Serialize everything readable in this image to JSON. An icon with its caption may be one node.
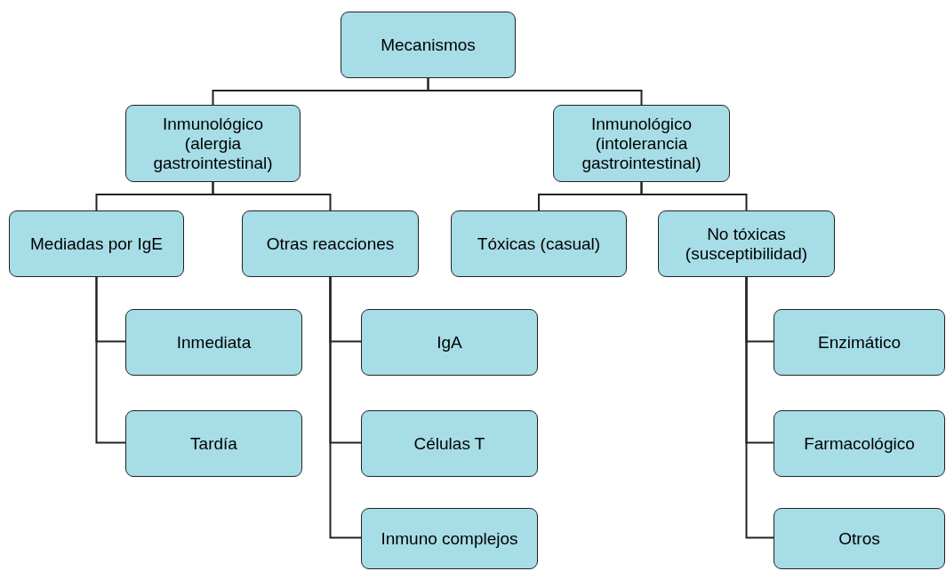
{
  "diagram": {
    "nodes": [
      {
        "text": [
          "Mecanismos"
        ]
      },
      {
        "text": [
          "Inmunológico (alergia gastrointestinal)"
        ]
      },
      {
        "text": [
          "Inmunológico (intolerancia gastrointestinal)"
        ]
      },
      {
        "text": [
          "Mediadas por IgE"
        ]
      },
      {
        "text": [
          "Otras reacciones"
        ]
      },
      {
        "text": [
          "Tóxicas (casual)"
        ]
      },
      {
        "text": [
          "No tóxicas (susceptibilidad)"
        ]
      },
      {
        "text": [
          "Inmediata"
        ]
      },
      {
        "text": [
          "Tardía"
        ]
      },
      {
        "text": [
          "IgA"
        ]
      },
      {
        "text": [
          "Células T"
        ]
      },
      {
        "text": [
          "Inmuno complejos"
        ]
      },
      {
        "text": [
          "Enzimático"
        ]
      },
      {
        "text": [
          "Farmacológico"
        ]
      },
      {
        "text": [
          "Otros"
        ]
      }
    ],
    "edges": [
      {
        "from": 0,
        "to": 1,
        "arrow": "none"
      },
      {
        "from": 0,
        "to": 2,
        "arrow": "none"
      },
      {
        "from": 1,
        "to": 3,
        "arrow": "none"
      },
      {
        "from": 1,
        "to": 4,
        "arrow": "none"
      },
      {
        "from": 2,
        "to": 5,
        "arrow": "none"
      },
      {
        "from": 2,
        "to": 6,
        "arrow": "none"
      },
      {
        "from": 3,
        "to": 7,
        "arrow": "none"
      },
      {
        "from": 3,
        "to": 8,
        "arrow": "none"
      },
      {
        "from": 4,
        "to": 9,
        "arrow": "none"
      },
      {
        "from": 4,
        "to": 10,
        "arrow": "none"
      },
      {
        "from": 4,
        "to": 11,
        "arrow": "none"
      },
      {
        "from": 6,
        "to": 12,
        "arrow": "none"
      },
      {
        "from": 6,
        "to": 13,
        "arrow": "none"
      },
      {
        "from": 6,
        "to": 14,
        "arrow": "none"
      }
    ]
  }
}
